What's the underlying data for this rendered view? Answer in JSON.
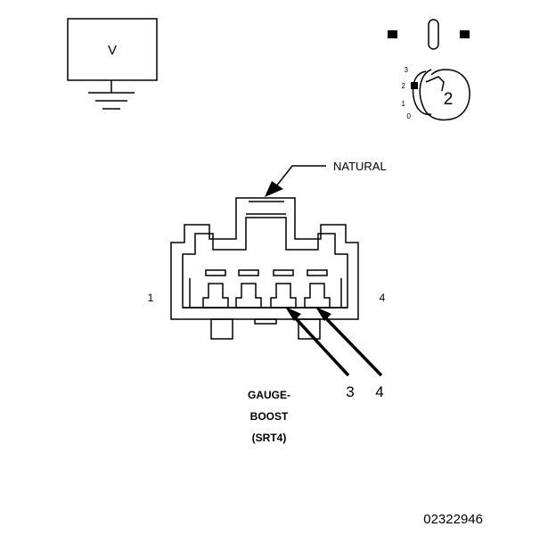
{
  "voltmeter": {
    "symbol": "V"
  },
  "ignition_switch": {
    "positions": [
      "3",
      "2",
      "1",
      "0"
    ],
    "selected": "2"
  },
  "connector": {
    "callout": "NATURAL",
    "pin_left": "1",
    "pin_right": "4",
    "probe_a": "3",
    "probe_b": "4",
    "component_lines": [
      "GAUGE-",
      "BOOST",
      "(SRT4)"
    ]
  },
  "figure_id": "02322946"
}
